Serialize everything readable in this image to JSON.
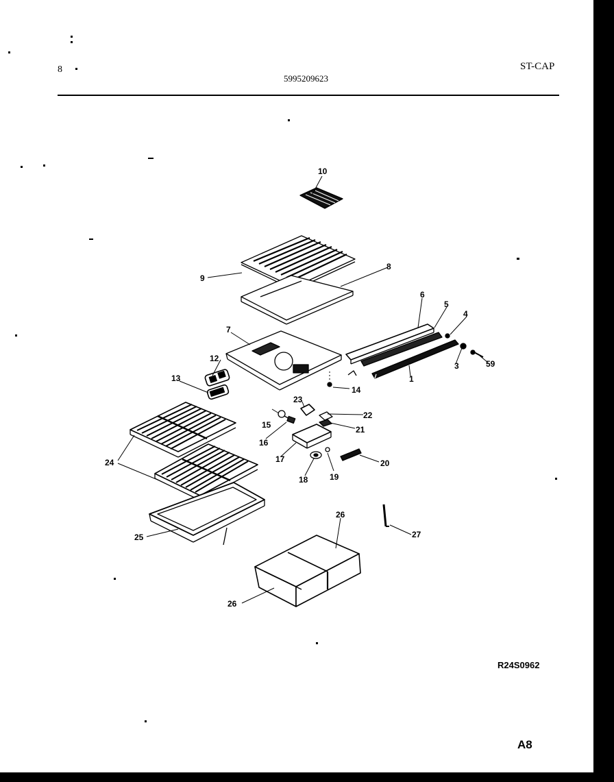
{
  "header": {
    "left_number": "8",
    "part_number": "5995209623",
    "model_code": "ST-CAP"
  },
  "diagram": {
    "callouts": {
      "c1": "1",
      "c3": "3",
      "c4": "4",
      "c5": "5",
      "c6": "6",
      "c7": "7",
      "c8": "8",
      "c9": "9",
      "c10": "10",
      "c12": "12",
      "c13": "13",
      "c14": "14",
      "c15": "15",
      "c16": "16",
      "c17": "17",
      "c18": "18",
      "c19": "19",
      "c20": "20",
      "c21": "21",
      "c22": "22",
      "c23": "23",
      "c24": "24",
      "c25": "25",
      "c26a": "26",
      "c26b": "26",
      "c27": "27",
      "c59": "59"
    }
  },
  "footer": {
    "drawing_ref": "R24S0962",
    "page_code": "A8"
  }
}
